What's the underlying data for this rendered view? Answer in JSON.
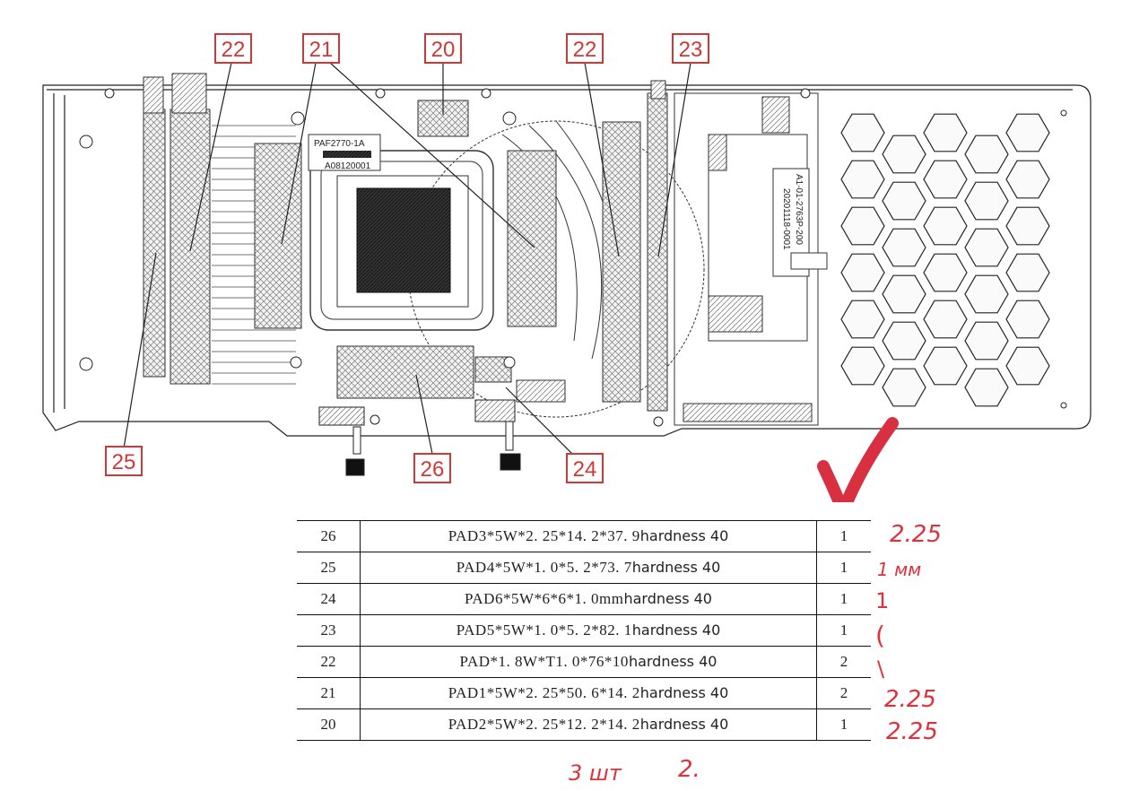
{
  "callouts": [
    {
      "label": "22"
    },
    {
      "label": "21"
    },
    {
      "label": "20"
    },
    {
      "label": "22"
    },
    {
      "label": "23"
    },
    {
      "label": "25"
    },
    {
      "label": "26"
    },
    {
      "label": "24"
    }
  ],
  "part_labels": {
    "part_number": "PAF2770-1A",
    "serial": "A08120001",
    "board_line1": "A1-01-2763P-200",
    "board_line2": "20201118-0001"
  },
  "table": {
    "rows": [
      {
        "num": "26",
        "desc": "PAD3*5W*2. 25*14. 2*37. 9",
        "hardness": "hardness 40",
        "qty": "1"
      },
      {
        "num": "25",
        "desc": "PAD4*5W*1. 0*5. 2*73. 7",
        "hardness": "hardness 40",
        "qty": "1"
      },
      {
        "num": "24",
        "desc": "PAD6*5W*6*6*1. 0mm",
        "hardness": "hardness 40",
        "qty": "1"
      },
      {
        "num": "23",
        "desc": "PAD5*5W*1. 0*5. 2*82. 1",
        "hardness": "hardness 40",
        "qty": "1"
      },
      {
        "num": "22",
        "desc": "PAD*1. 8W*T1. 0*76*10",
        "hardness": "hardness 40",
        "qty": "2"
      },
      {
        "num": "21",
        "desc": "PAD1*5W*2. 25*50. 6*14. 2",
        "hardness": "hardness 40",
        "qty": "2"
      },
      {
        "num": "20",
        "desc": "PAD2*5W*2. 25*12. 2*14. 2",
        "hardness": "hardness 40",
        "qty": "1"
      }
    ]
  },
  "handwritten_notes": {
    "row26": "2.25",
    "row25": "1 мм",
    "row24": "1",
    "row23": "(",
    "row22": "\\",
    "row21": "2.25",
    "row20": "2.25",
    "bottom_left": "3 шт",
    "bottom_right": "2."
  },
  "colors": {
    "callout": "#d03838",
    "annotation": "#e0303a",
    "line": "#222222"
  }
}
